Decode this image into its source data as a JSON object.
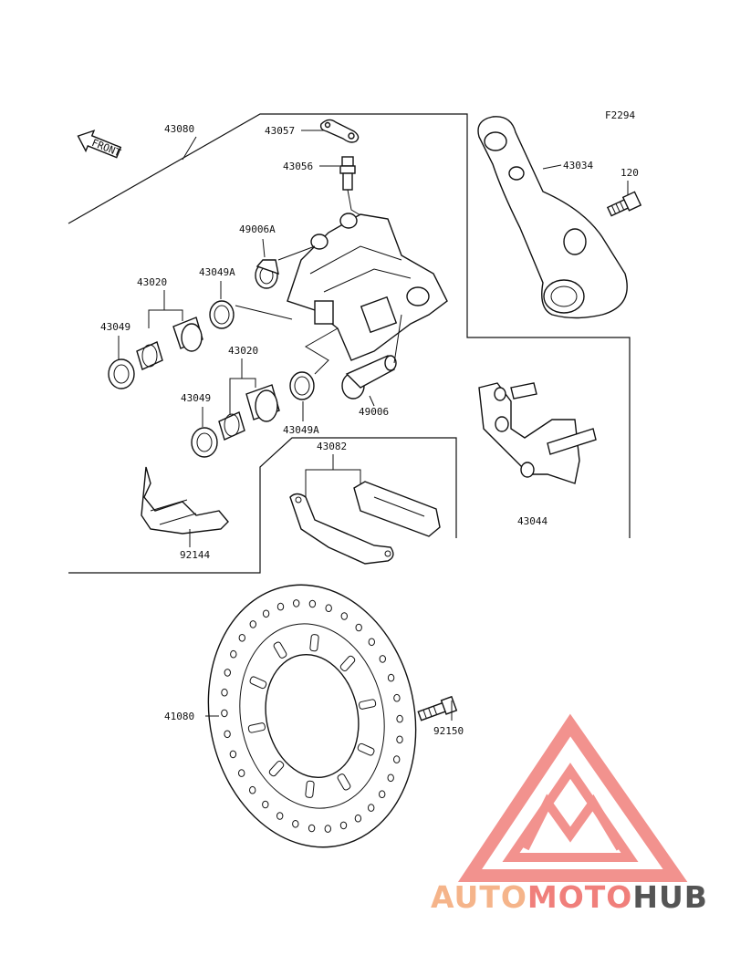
{
  "diagram": {
    "figure_code": "F2294",
    "front_arrow_text": "FRONT",
    "parts": {
      "p43080": "43080",
      "p43057": "43057",
      "p43056": "43056",
      "p43034": "43034",
      "p120": "120",
      "p49006A": "49006A",
      "p43020a": "43020",
      "p43049Aa": "43049A",
      "p43049a": "43049",
      "p43020b": "43020",
      "p43049b": "43049",
      "p43049Ab": "43049A",
      "p49006": "49006",
      "p43082": "43082",
      "p43044": "43044",
      "p92144": "92144",
      "p41080": "41080",
      "p92150": "92150"
    }
  },
  "watermark": {
    "part1": "AUTO",
    "part2": "MOTO",
    "part3": "HUB",
    "color1": "#f5b48a",
    "color2": "#f07f7b",
    "color3": "#555555",
    "logo_color": "#f07f7b"
  }
}
